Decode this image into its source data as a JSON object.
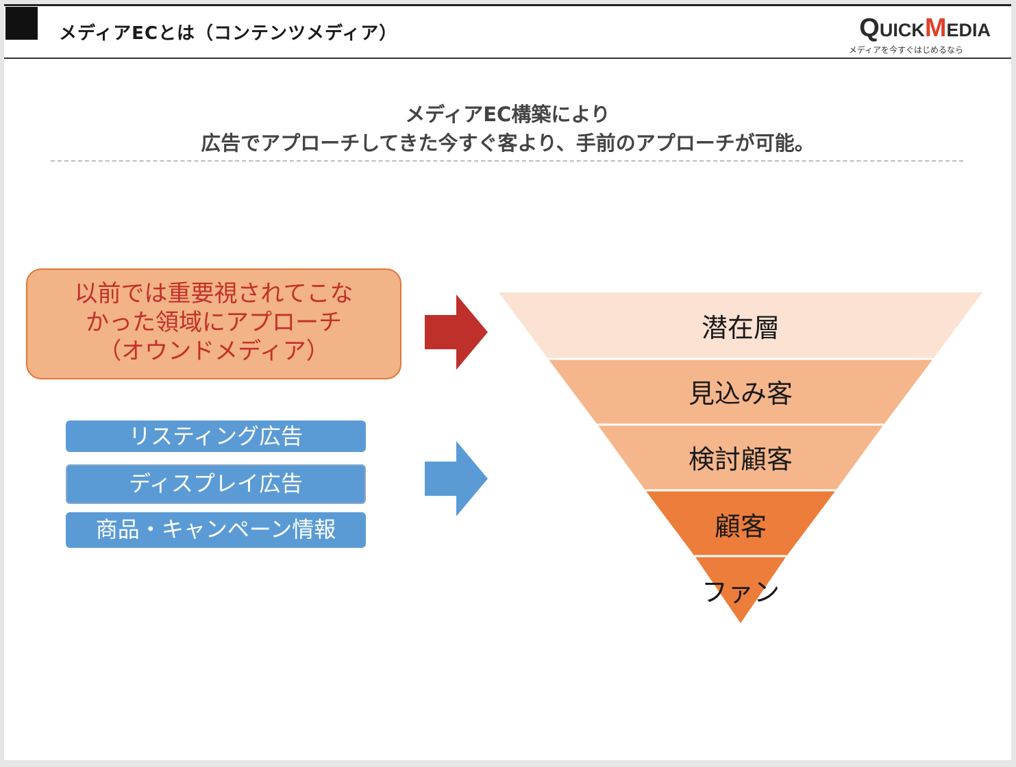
{
  "header": {
    "title": "メディアECとは（コンテンツメディア）",
    "logo": {
      "main_pre": "Quick",
      "main_accent": "M",
      "main_post": "edia",
      "tagline": "メディアを今すぐはじめるなら"
    }
  },
  "lead": {
    "line1": "メディアEC構築により",
    "line2": "広告でアプローチしてきた今すぐ客より、手前のアプローチが可能。"
  },
  "owned_media": {
    "line1": "以前では重要視されてこな",
    "line2": "かった領域にアプローチ",
    "line3": "（オウンドメディア）"
  },
  "ad_channels": [
    "リスティング広告",
    "ディスプレイ広告",
    "商品・キャンペーン情報"
  ],
  "funnel": {
    "stages": [
      {
        "label": "潜在層",
        "color": "#fbe2d3"
      },
      {
        "label": "見込み客",
        "color": "#f5b68c"
      },
      {
        "label": "検討顧客",
        "color": "#f5b68c"
      },
      {
        "label": "顧客",
        "color": "#ed7d3a"
      },
      {
        "label": "ファン",
        "color": "#ed7d3a"
      }
    ]
  },
  "colors": {
    "red_arrow": "#c0302a",
    "blue_arrow": "#5b9bd5",
    "owned_box_fill": "#f2b386",
    "owned_box_text": "#c3302a",
    "ad_box_fill": "#5b9bd5"
  },
  "icons": [
    "right-arrow-icon",
    "right-arrow-icon"
  ]
}
